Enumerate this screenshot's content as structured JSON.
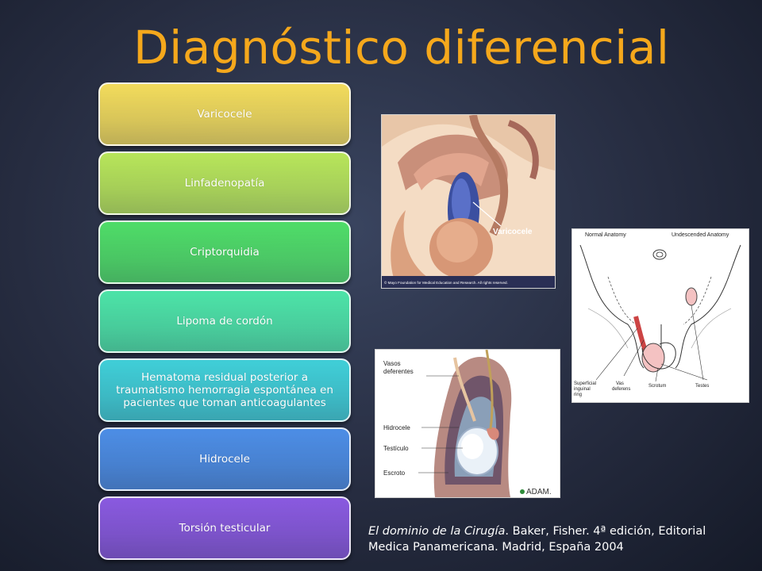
{
  "slide": {
    "title": "Diagnóstico diferencial"
  },
  "list_items": [
    {
      "label": "Varicocele",
      "color": "#f3dc5c"
    },
    {
      "label": "Linfadenopatía",
      "color": "#b8e65a"
    },
    {
      "label": "Criptorquidia",
      "color": "#4fdd68"
    },
    {
      "label": "Lipoma de cordón",
      "color": "#4de4a8"
    },
    {
      "label": "Hematoma residual posterior a traumatismo hemorragia espontánea en pacientes que toman anticoagulantes",
      "color": "#40cfd8"
    },
    {
      "label": "Hidrocele",
      "color": "#4d8ee6"
    },
    {
      "label": "Torsión testicular",
      "color": "#8a5ae0"
    }
  ],
  "images": {
    "varicocele": {
      "label": "Varicocele",
      "credit": "© Mayo Foundation for Medical Education and Research. All rights reserved."
    },
    "anatomy": {
      "normal_label": "Normal Anatomy",
      "undescended_label": "Undescended Anatomy",
      "labels": [
        "Superficial inguinal ring",
        "Vas deferens",
        "Scrotum",
        "Testes"
      ]
    },
    "hydrocele": {
      "labels": [
        "Vasos deferentes",
        "Hidrocele",
        "Testículo",
        "Escroto"
      ],
      "brand": "ADAM."
    }
  },
  "caption": {
    "italic": "El dominio de la Cirugía",
    "rest": ". Baker, Fisher. 4ª edición, Editorial Medica Panamericana. Madrid, España 2004"
  }
}
